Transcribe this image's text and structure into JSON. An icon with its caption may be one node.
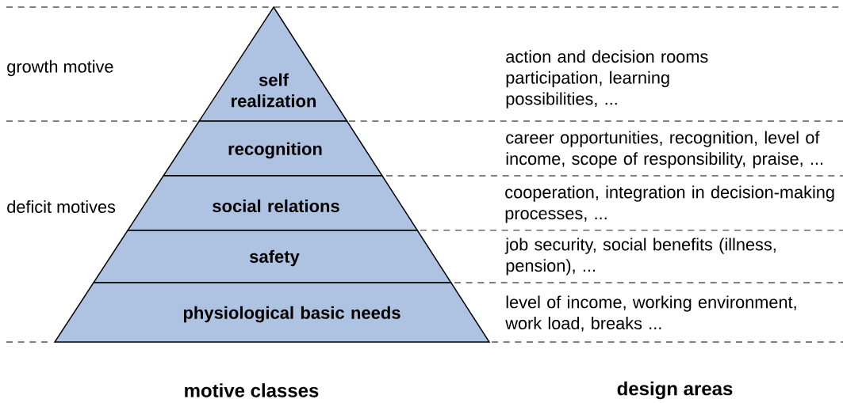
{
  "diagram": {
    "nodes": [
      {
        "text": [
          "self realization"
        ]
      },
      {
        "text": [
          "recognition"
        ]
      },
      {
        "text": [
          "social relations"
        ]
      },
      {
        "text": [
          "safety"
        ]
      },
      {
        "text": [
          "physiological basic needs"
        ]
      }
    ],
    "labels": [
      "growth motive",
      "action and decision rooms participation, learning possibilities, ...",
      "career opportunities, recognition, level of income, scope of responsibility, praise, ...",
      "deficit motives",
      "cooperation, integration in decision-making processes, ...",
      "job security, social benefits (illness, pension), ...",
      "level of income, working environment, work load, breaks ...",
      "motive classes",
      "design areas"
    ]
  }
}
